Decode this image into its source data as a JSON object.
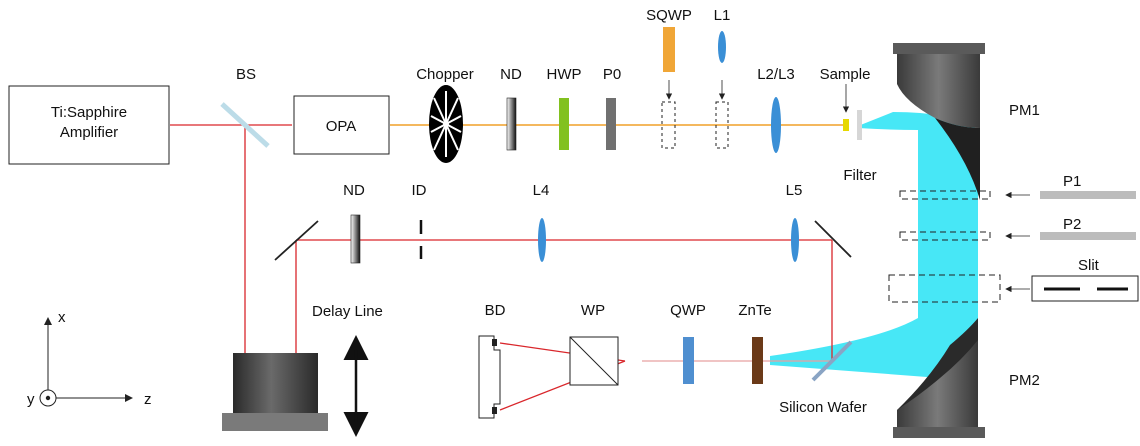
{
  "boxes": {
    "laser_line1": "Ti:Sapphire",
    "laser_line2": "Amplifier",
    "opa": "OPA"
  },
  "labels": {
    "bs": "BS",
    "chopper": "Chopper",
    "nd_pump": "ND",
    "hwp": "HWP",
    "p0": "P0",
    "sqwp": "SQWP",
    "l1": "L1",
    "l2l3": "L2/L3",
    "sample": "Sample",
    "pm1": "PM1",
    "pm2": "PM2",
    "filter": "Filter",
    "p1": "P1",
    "p2": "P2",
    "slit": "Slit",
    "nd_probe": "ND",
    "id": "ID",
    "l4": "L4",
    "l5": "L5",
    "delay_line": "Delay Line",
    "bd": "BD",
    "wp": "WP",
    "qwp": "QWP",
    "znte": "ZnTe",
    "silicon_wafer": "Silicon Wafer"
  },
  "axes": {
    "x": "x",
    "y": "y",
    "z": "z"
  },
  "colors": {
    "beam_red": "#d9262b",
    "beam_orange": "#f0a028",
    "thz_cyan": "#3de6f5",
    "lens_blue": "#3a8fd6",
    "hwp_green": "#82c11f",
    "sqwp_orange": "#f0a637",
    "sample_yellow": "#e6d800",
    "mirror_dark": "#2b2b2b",
    "wafer_blue": "#8aa4c4",
    "qwp_blue": "#4f8fd0",
    "znte_brown": "#6b3a18",
    "polarizer_gray": "#bcbcbc"
  }
}
